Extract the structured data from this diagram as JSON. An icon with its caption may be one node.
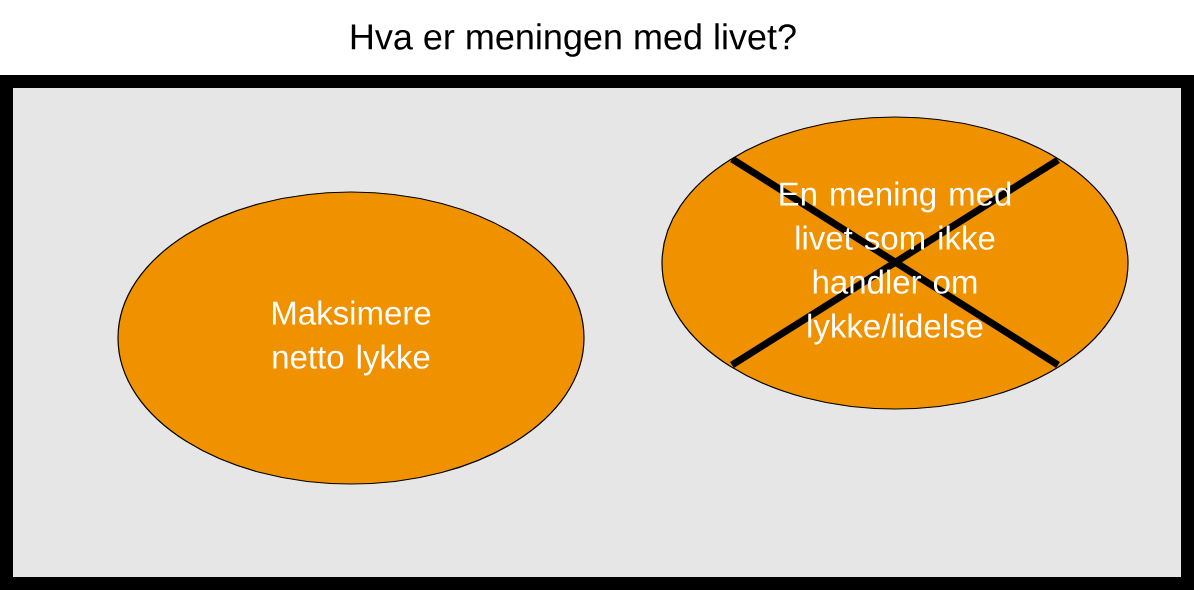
{
  "diagram": {
    "title": "Hva er meningen med livet?",
    "nodes": [
      {
        "text": [],
        "shape": "box"
      },
      {
        "text": [
          "Maksimere netto lykke"
        ],
        "in": 0
      },
      {
        "text": [
          "En mening med livet som ikke handler om lykke/lidelse"
        ],
        "in": 0
      }
    ]
  }
}
